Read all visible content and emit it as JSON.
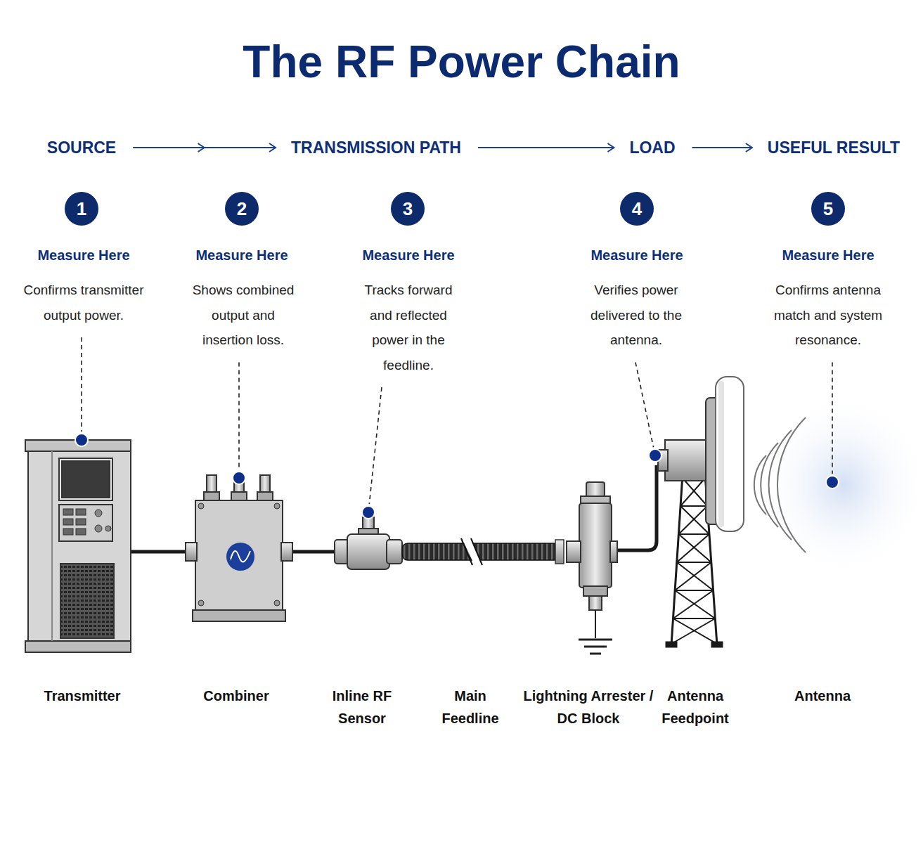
{
  "diagram": {
    "title": "The RF Power Chain",
    "nodes": [
      {
        "text": [
          "1"
        ]
      },
      {
        "text": [
          "2"
        ]
      },
      {
        "text": [
          "3"
        ]
      },
      {
        "text": [
          "4"
        ]
      },
      {
        "text": [
          "5"
        ]
      }
    ],
    "labels": [
      "SOURCE",
      "TRANSMISSION PATH",
      "LOAD",
      "USEFUL RESULT",
      "Measure Here",
      "Confirms transmitter output power.",
      "Measure Here",
      "Shows combined output and insertion loss.",
      "Measure Here",
      "Tracks forward and reflected power in the feedline.",
      "Measure Here",
      "Verifies power delivered to the antenna.",
      "Measure Here",
      "Confirms antenna match and system resonance.",
      "Transmitter",
      "Combiner",
      "Inline RF Sensor",
      "Main Feedline",
      "Lightning Arrester / DC Block",
      "Antenna Feedpoint",
      "Antenna"
    ]
  }
}
